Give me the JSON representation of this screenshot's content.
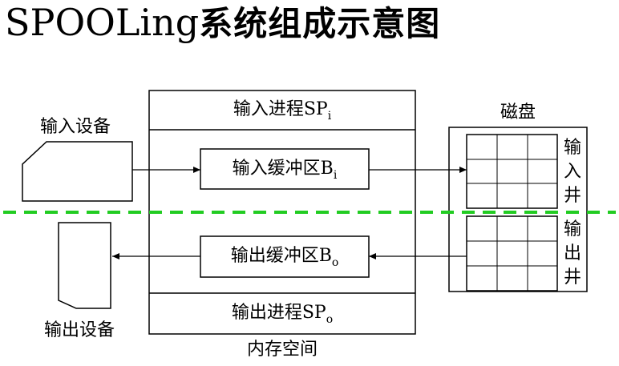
{
  "title": {
    "latin": "SPOOLing",
    "chinese": "系统组成示意图"
  },
  "labels": {
    "input_device": "输入设备",
    "output_device": "输出设备",
    "input_process": {
      "text": "输入进程SP",
      "sub": "i"
    },
    "input_buffer": {
      "text": "输入缓冲区B",
      "sub": "i"
    },
    "output_buffer": {
      "text": "输出缓冲区B",
      "sub": "o"
    },
    "output_process": {
      "text": "输出进程SP",
      "sub": "o"
    },
    "memory": "内存空间",
    "disk": "磁盘",
    "input_well": [
      "输",
      "入",
      "井"
    ],
    "output_well": [
      "输",
      "出",
      "井"
    ]
  },
  "colors": {
    "divider": "#22cc22",
    "stroke": "#000000"
  }
}
